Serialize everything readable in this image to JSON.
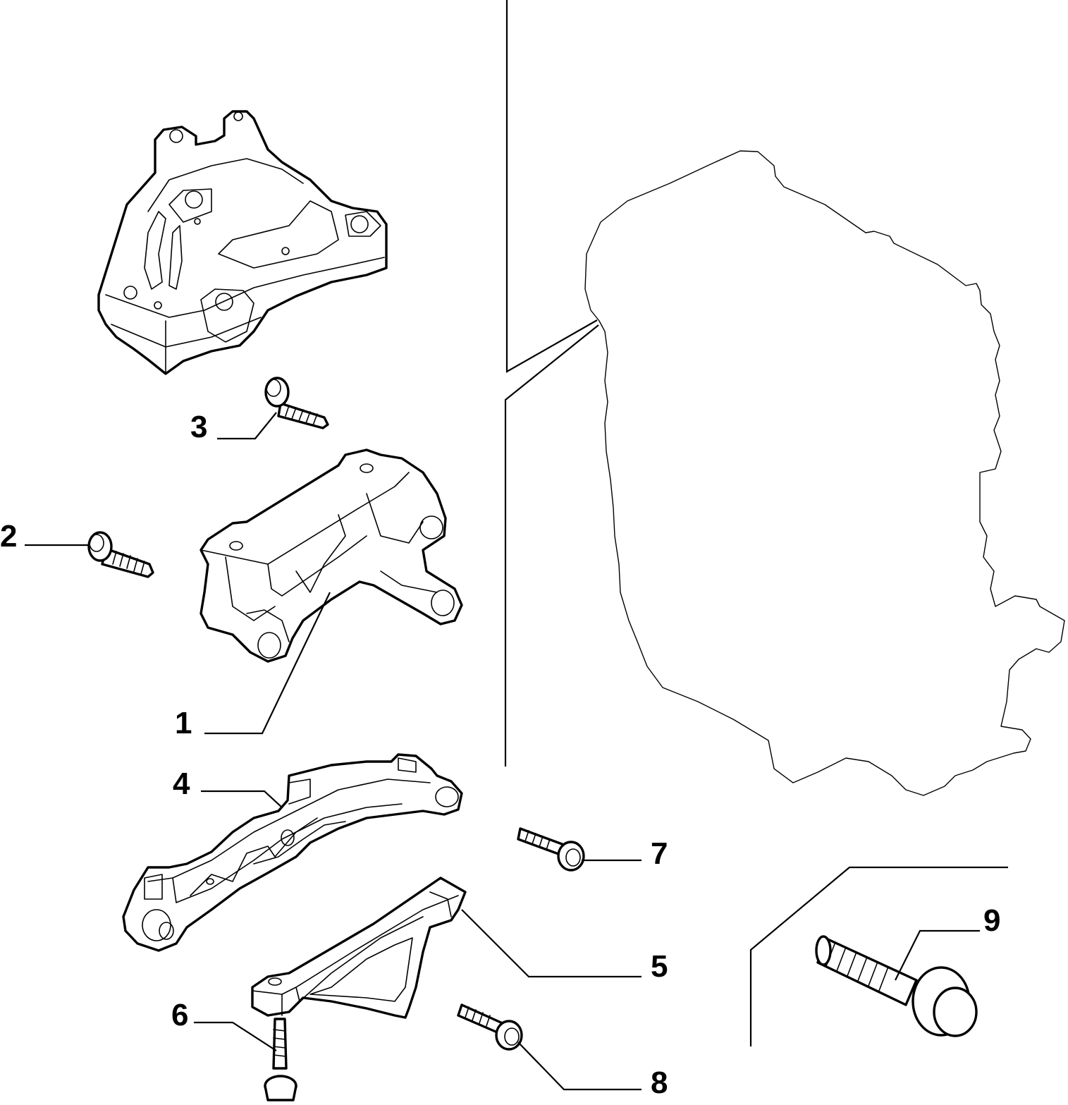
{
  "callouts": {
    "c1": "1",
    "c2": "2",
    "c3": "3",
    "c4": "4",
    "c5": "5",
    "c6": "6",
    "c7": "7",
    "c8": "8",
    "c9": "9"
  },
  "parts": {
    "top_mount": "engine-mount-icon",
    "bracket_1": "mount-bracket-icon",
    "arm_4": "torque-arm-icon",
    "bracket_5": "support-bracket-icon",
    "engine_outline": "engine-outline-icon",
    "bolt": "bolt-icon"
  }
}
